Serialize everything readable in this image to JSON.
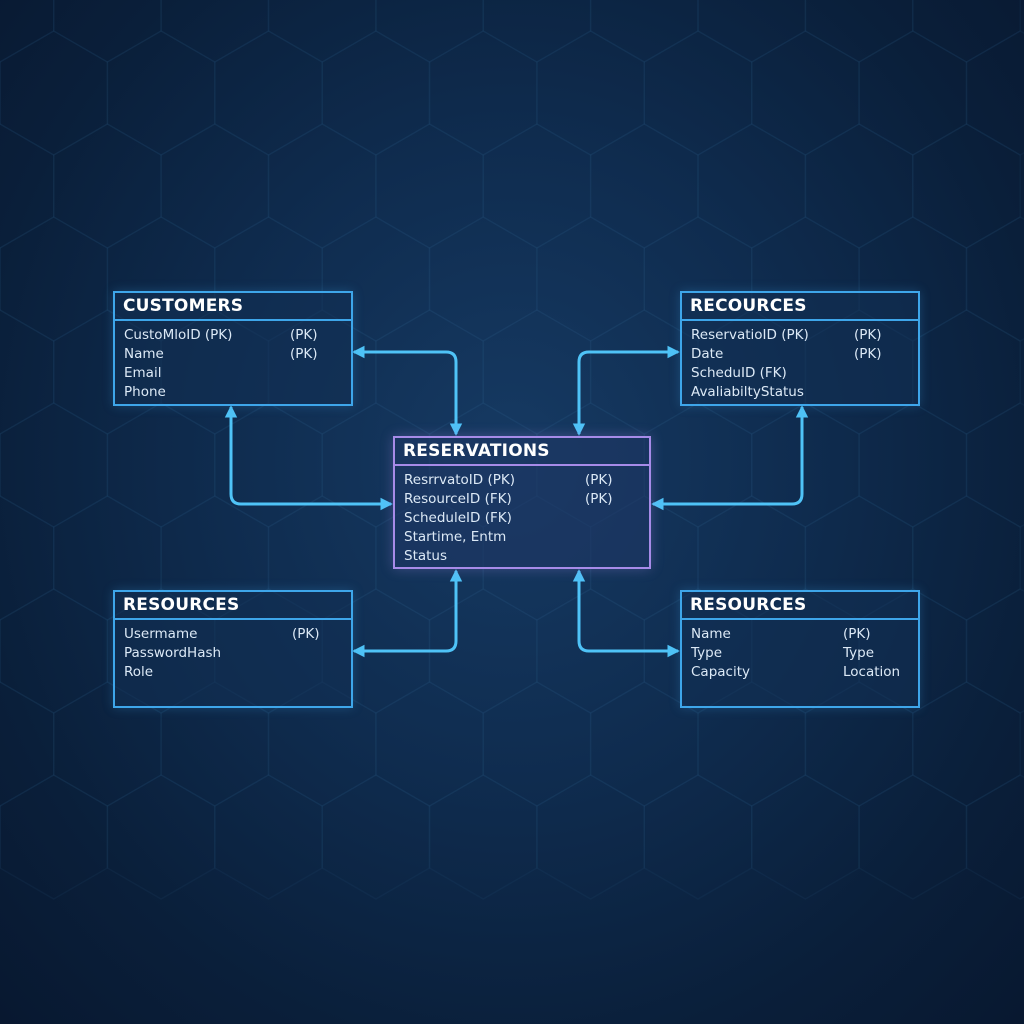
{
  "colors": {
    "background": "#0f2c4f",
    "table_border": "#3ea6ea",
    "center_border": "#a78be8",
    "connector": "#4fc3f7",
    "text": "#dce9f6",
    "header_text": "#ffffff"
  },
  "tables": {
    "customers": {
      "title": "CUSTOMERS",
      "rows": [
        {
          "field": "CustoMloID (PK)",
          "key": "(PK)"
        },
        {
          "field": "Name",
          "key": "(PK)"
        },
        {
          "field": "Email",
          "key": ""
        },
        {
          "field": "Phone",
          "key": ""
        }
      ]
    },
    "recources": {
      "title": "RECOURCES",
      "rows": [
        {
          "field": "ReservatioID (PK)",
          "key": "(PK)"
        },
        {
          "field": "Date",
          "key": "(PK)"
        },
        {
          "field": "ScheduID (FK)",
          "key": ""
        },
        {
          "field": "AvaliabiltyStatus",
          "key": ""
        }
      ]
    },
    "reservations": {
      "title": "RESERVATIONS",
      "rows": [
        {
          "field": "ResrrvatoID (PK)",
          "key": "(PK)"
        },
        {
          "field": "ResourceID (FK)",
          "key": "(PK)"
        },
        {
          "field": "ScheduleID (FK)",
          "key": ""
        },
        {
          "field": "Startime, Entm",
          "key": ""
        },
        {
          "field": "Status",
          "key": ""
        }
      ]
    },
    "resources_left": {
      "title": "RESOURCES",
      "rows": [
        {
          "field": "Usermame",
          "key": "(PK)"
        },
        {
          "field": "PasswordHash",
          "key": ""
        },
        {
          "field": "Role",
          "key": ""
        }
      ]
    },
    "resources_right": {
      "title": "RESOURCES",
      "rows": [
        {
          "field": "Name",
          "key": "(PK)"
        },
        {
          "field": "Type",
          "key": "Type"
        },
        {
          "field": "Capacity",
          "key": "Location"
        }
      ]
    }
  }
}
